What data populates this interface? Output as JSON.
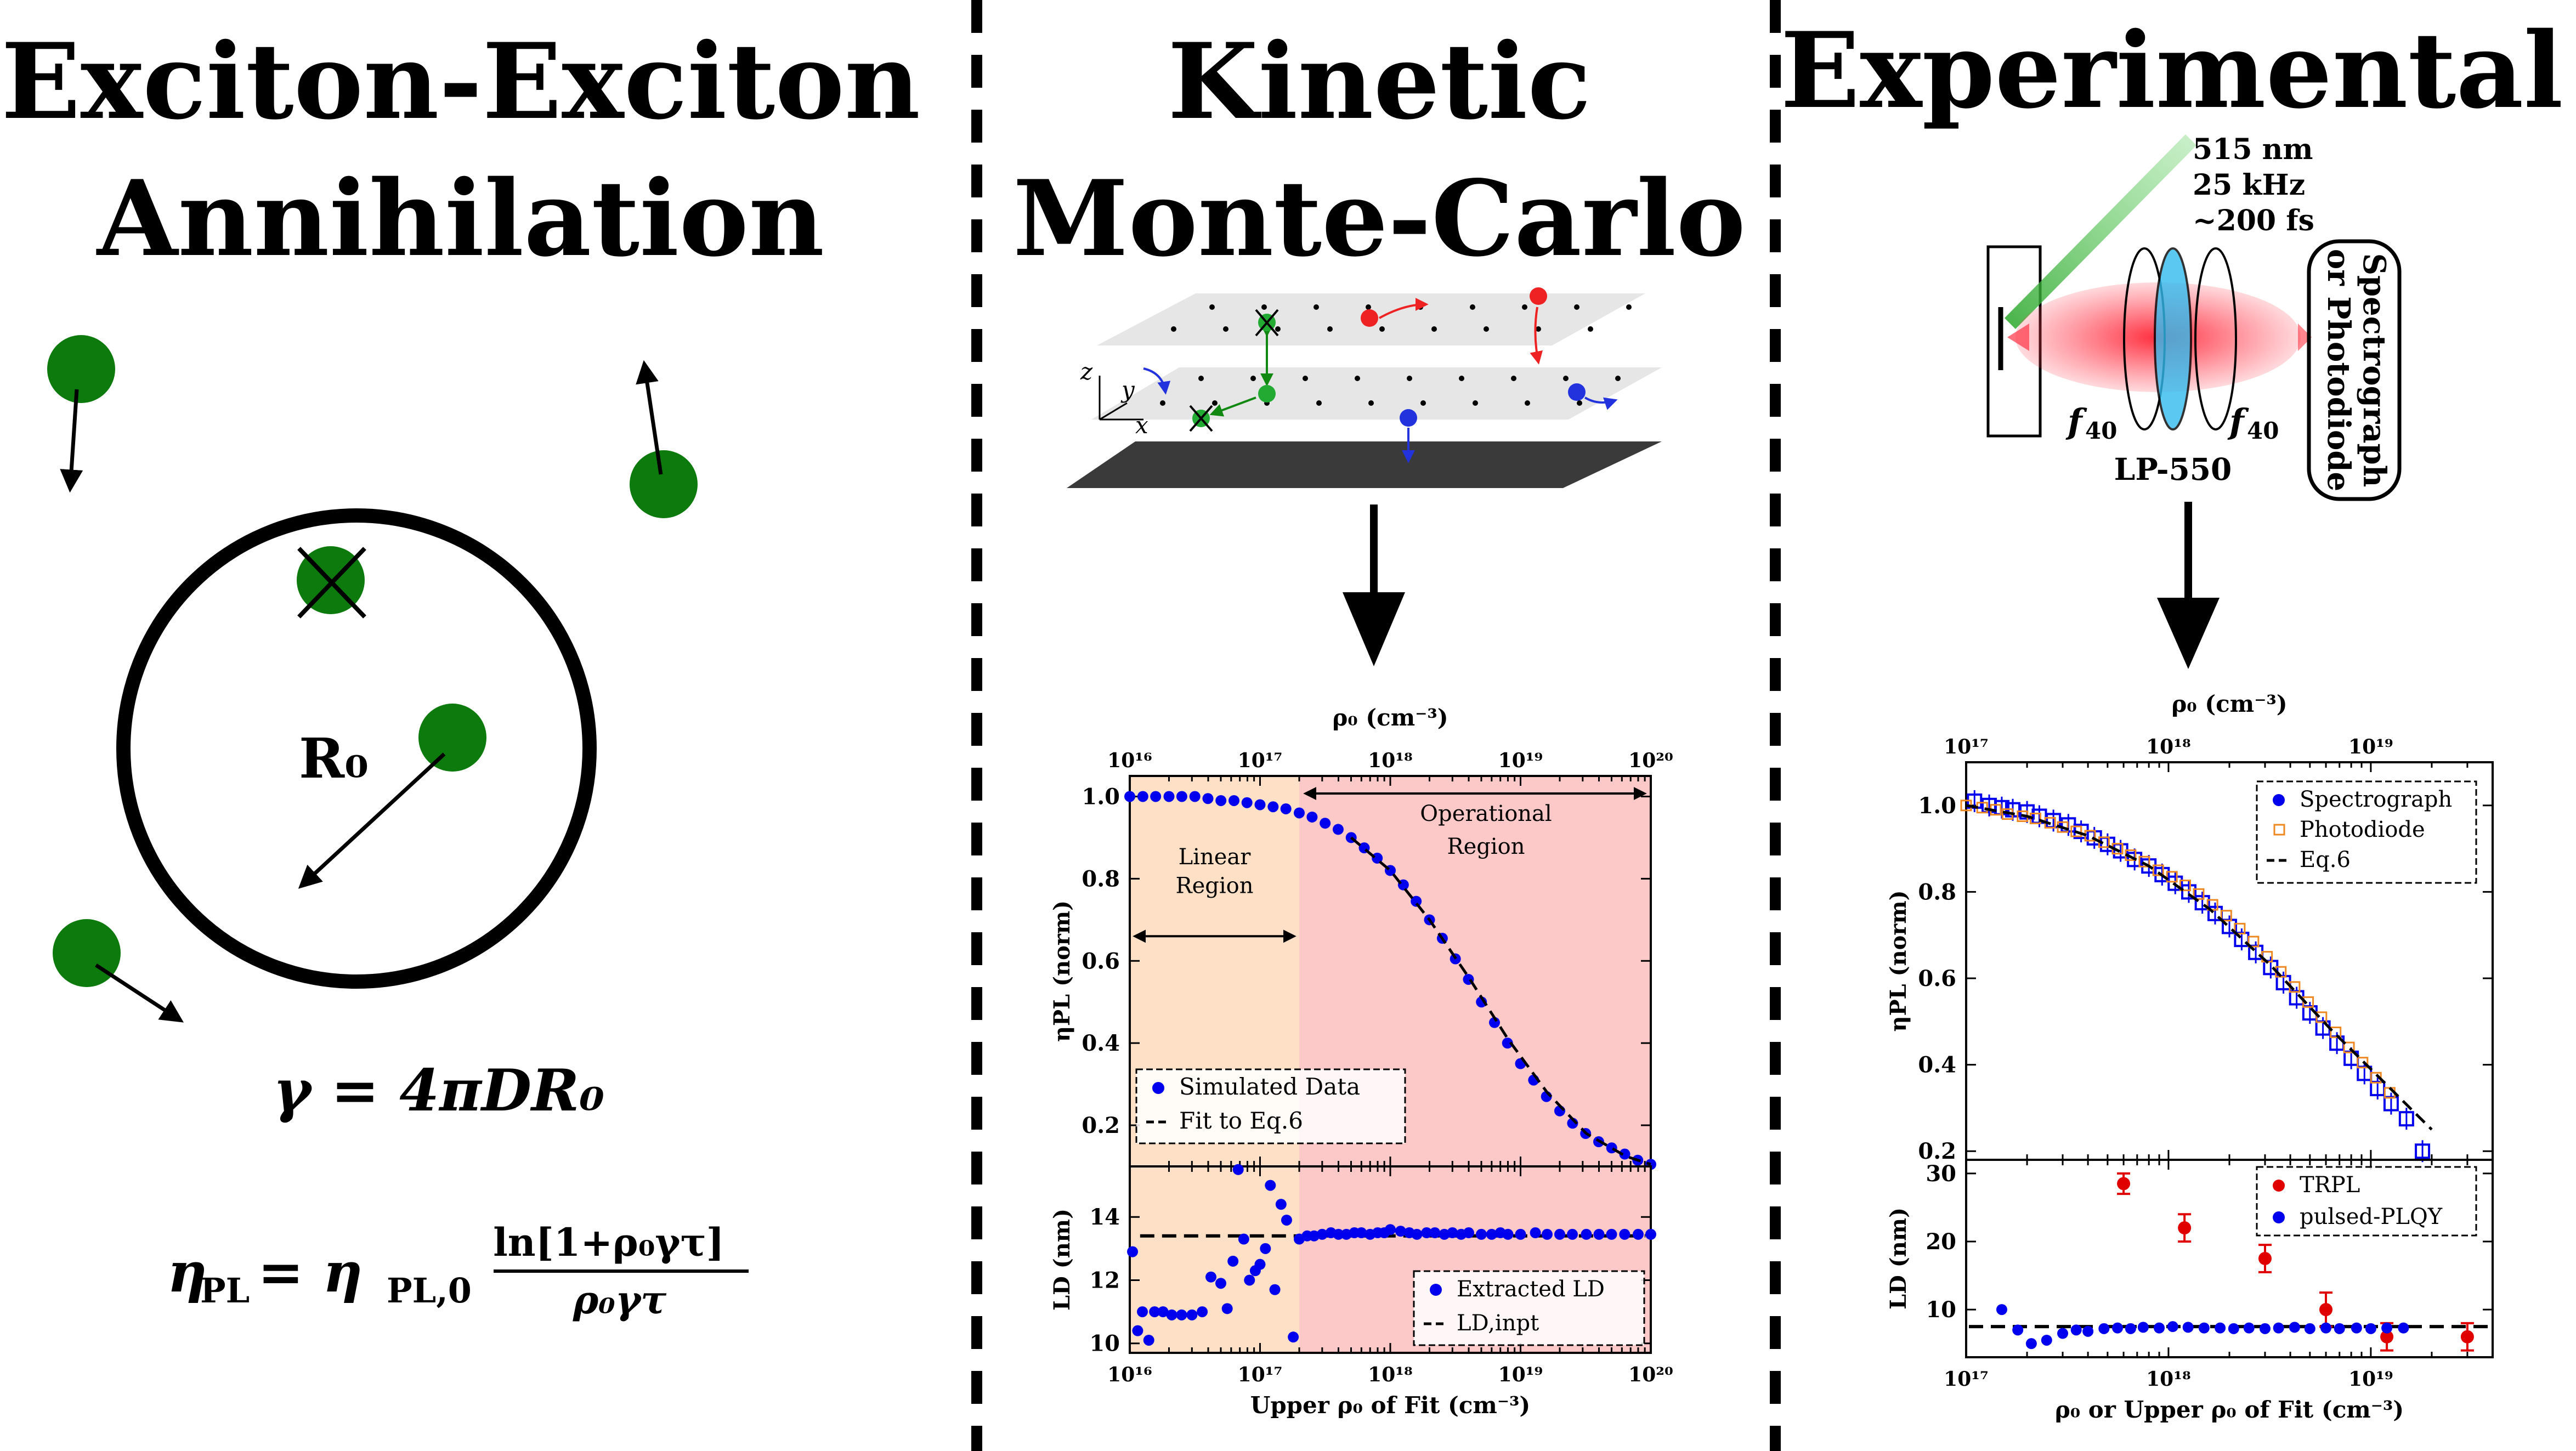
{
  "panels": {
    "left": {
      "title_line1": "Exciton-Exciton",
      "title_line2": "Annihilation",
      "radius_label": "R₀",
      "gamma_eq": "γ = 4πDR₀",
      "eta_lhs": "η",
      "eta_lhs_sub": "PL",
      "eta_eq_sign": "= η",
      "eta_rhs_sub": "PL,0",
      "frac_num": "ln[1+ρ₀γτ]",
      "frac_den": "ρ₀γτ"
    },
    "middle": {
      "title_line1": "Kinetic",
      "title_line2": "Monte-Carlo",
      "axis_z": "z",
      "axis_y": "y",
      "axis_x": "x"
    },
    "right": {
      "title": "Experimental",
      "laser_line1": "515 nm",
      "laser_line2": "25 kHz",
      "laser_line3": "~200 fs",
      "lens_left": "f",
      "lens_left_sub": "40",
      "lens_right": "f",
      "lens_right_sub": "40",
      "filter": "LP-550",
      "detector_line1": "Spectrograph",
      "detector_line2": "or Photodiode"
    }
  },
  "colors": {
    "exciton_green": "#0d7a0d",
    "sim_blue": "#0000ee",
    "op_region": "#fdc8c8",
    "lin_region": "#fde0c6",
    "trpl_red": "#e00000",
    "photodiode_orange": "#ee8822",
    "laser_green": "#33bb33",
    "beam_red": "#ff3344",
    "lp_cyan": "#33bbee"
  },
  "chart_data": [
    {
      "type": "scatter",
      "top_axis_label": "ρ₀ (cm⁻³)",
      "ylabel": "ηPL (norm)",
      "x_log": true,
      "xlim": [
        1e+16,
        1e+20
      ],
      "ylim": [
        0.1,
        1.05
      ],
      "top_ticks": [
        "10¹⁶",
        "10¹⁷",
        "10¹⁸",
        "10¹⁹",
        "10²⁰"
      ],
      "yticks": [
        "1.0",
        "0.8",
        "0.6",
        "0.4",
        "0.2"
      ],
      "annotations": {
        "linear_line1": "Linear",
        "linear_line2": "Region",
        "operational_line1": "Operational",
        "operational_line2": "Region"
      },
      "linear_region": [
        1e+16,
        2e+17
      ],
      "operational_region": [
        2e+17,
        1e+20
      ],
      "legend": [
        "Simulated Data",
        "Fit to Eq.6"
      ],
      "legend_position": "bottom-left",
      "series": [
        {
          "name": "Simulated Data",
          "x": [
            1e+16,
            1.26e+16,
            1.58e+16,
            2e+16,
            2.51e+16,
            3.16e+16,
            3.98e+16,
            5.01e+16,
            6.31e+16,
            7.94e+16,
            1e+17,
            1.26e+17,
            1.58e+17,
            2e+17,
            2.51e+17,
            3.16e+17,
            3.98e+17,
            5.01e+17,
            6.31e+17,
            7.94e+17,
            1e+18,
            1.26e+18,
            1.58e+18,
            2e+18,
            2.51e+18,
            3.16e+18,
            3.98e+18,
            5.01e+18,
            6.31e+18,
            7.94e+18,
            1e+19,
            1.26e+19,
            1.58e+19,
            2e+19,
            2.51e+19,
            3.16e+19,
            3.98e+19,
            5.01e+19,
            6.31e+19,
            7.94e+19,
            1e+20
          ],
          "y": [
            1.0,
            1.0,
            1.0,
            1.0,
            1.0,
            1.0,
            0.995,
            0.99,
            0.99,
            0.985,
            0.98,
            0.975,
            0.97,
            0.96,
            0.95,
            0.935,
            0.92,
            0.9,
            0.875,
            0.85,
            0.82,
            0.785,
            0.745,
            0.7,
            0.655,
            0.605,
            0.555,
            0.5,
            0.45,
            0.4,
            0.35,
            0.31,
            0.27,
            0.235,
            0.205,
            0.18,
            0.16,
            0.145,
            0.13,
            0.115,
            0.105
          ]
        },
        {
          "name": "Fit to Eq.6",
          "x": [
            5e+17,
            1e+18,
            2e+18,
            4e+18,
            8e+18,
            1.6e+19,
            3.2e+19,
            6.4e+19,
            1e+20
          ],
          "y": [
            0.9,
            0.82,
            0.7,
            0.56,
            0.41,
            0.28,
            0.18,
            0.125,
            0.105
          ]
        }
      ]
    },
    {
      "type": "scatter",
      "xlabel": "Upper ρ₀ of Fit (cm⁻³)",
      "ylabel": "LD (nm)",
      "x_log": true,
      "xlim": [
        1e+16,
        1e+20
      ],
      "ylim": [
        9.7,
        15.6
      ],
      "xticks": [
        "10¹⁶",
        "10¹⁷",
        "10¹⁸",
        "10¹⁹",
        "10²⁰"
      ],
      "yticks": [
        "14",
        "12",
        "10"
      ],
      "legend": [
        "Extracted LD",
        "LD,inpt"
      ],
      "legend_position": "bottom-right",
      "input_value": 13.4,
      "series": [
        {
          "name": "Extracted LD",
          "x": [
            1.05e+16,
            1.15e+16,
            1.25e+16,
            1.4e+16,
            1.55e+16,
            1.8e+16,
            2.1e+16,
            2.5e+16,
            3e+16,
            3.6e+16,
            4.2e+16,
            5e+16,
            5.6e+16,
            6.2e+16,
            6.8e+16,
            7.5e+16,
            8.3e+16,
            9.2e+16,
            1e+17,
            1.1e+17,
            1.2e+17,
            1.3e+17,
            1.45e+17,
            1.6e+17,
            1.8e+17,
            2e+17,
            2.3e+17,
            2.6e+17,
            3e+17,
            3.5e+17,
            4e+17,
            4.6e+17,
            5.3e+17,
            6e+17,
            7e+17,
            8e+17,
            9e+17,
            1e+18,
            1.2e+18,
            1.4e+18,
            1.6e+18,
            1.9e+18,
            2.2e+18,
            2.6e+18,
            3e+18,
            3.5e+18,
            4e+18,
            5e+18,
            6e+18,
            7e+18,
            8e+18,
            1e+19,
            1.3e+19,
            1.6e+19,
            2e+19,
            2.5e+19,
            3.2e+19,
            4e+19,
            5e+19,
            6.3e+19,
            8e+19,
            1e+20
          ],
          "y": [
            12.9,
            10.4,
            11.0,
            10.1,
            11.0,
            11.0,
            10.9,
            10.9,
            10.9,
            11.0,
            12.1,
            11.9,
            11.1,
            12.6,
            15.5,
            13.3,
            12.0,
            12.3,
            12.5,
            13.0,
            15.0,
            11.7,
            14.4,
            13.9,
            10.2,
            13.3,
            13.4,
            13.4,
            13.45,
            13.5,
            13.45,
            13.45,
            13.5,
            13.5,
            13.45,
            13.5,
            13.5,
            13.6,
            13.55,
            13.5,
            13.45,
            13.5,
            13.5,
            13.45,
            13.5,
            13.45,
            13.5,
            13.45,
            13.45,
            13.5,
            13.45,
            13.45,
            13.5,
            13.45,
            13.45,
            13.45,
            13.45,
            13.45,
            13.45,
            13.45,
            13.45,
            13.45
          ]
        }
      ]
    },
    {
      "type": "scatter",
      "top_axis_label": "ρ₀ (cm⁻³)",
      "ylabel": "ηPL (norm)",
      "x_log": true,
      "xlim": [
        1e+17,
        4e+19
      ],
      "ylim": [
        0.18,
        1.1
      ],
      "top_ticks": [
        "10¹⁷",
        "10¹⁸",
        "10¹⁹"
      ],
      "yticks": [
        "1.0",
        "0.8",
        "0.6",
        "0.4",
        "0.2"
      ],
      "legend": [
        "Spectrograph",
        "Photodiode",
        "Eq.6"
      ],
      "legend_position": "top-right",
      "series": [
        {
          "name": "Spectrograph",
          "x": [
            1.1e+17,
            1.3e+17,
            1.5e+17,
            1.7e+17,
            2e+17,
            2.3e+17,
            2.7e+17,
            3.2e+17,
            3.7e+17,
            4.3e+17,
            5e+17,
            5.8e+17,
            6.8e+17,
            8e+17,
            9.3e+17,
            1.08e+18,
            1.26e+18,
            1.47e+18,
            1.7e+18,
            2e+18,
            2.3e+18,
            2.7e+18,
            3.2e+18,
            3.7e+18,
            4.3e+18,
            5e+18,
            5.8e+18,
            6.8e+18,
            8e+18,
            9.3e+18,
            1.08e+19,
            1.26e+19,
            1.5e+19,
            1.8e+19
          ],
          "y": [
            1.01,
            1.0,
            0.995,
            0.99,
            0.985,
            0.975,
            0.965,
            0.955,
            0.94,
            0.925,
            0.91,
            0.895,
            0.875,
            0.86,
            0.84,
            0.82,
            0.8,
            0.775,
            0.75,
            0.72,
            0.69,
            0.66,
            0.625,
            0.59,
            0.555,
            0.52,
            0.485,
            0.45,
            0.415,
            0.38,
            0.345,
            0.31,
            0.275,
            0.2
          ]
        },
        {
          "name": "Photodiode",
          "x": [
            1e+17,
            1.2e+17,
            1.4e+17,
            1.6e+17,
            1.9e+17,
            2.2e+17,
            2.6e+17,
            3e+17,
            3.5e+17,
            4.1e+17,
            4.8e+17,
            5.6e+17,
            6.5e+17,
            7.6e+17,
            8.9e+17,
            1.04e+18,
            1.21e+18,
            1.41e+18,
            1.65e+18,
            1.93e+18,
            2.25e+18,
            2.63e+18,
            3.07e+18,
            3.59e+18,
            4.2e+18,
            4.9e+18,
            5.7e+18,
            6.7e+18,
            7.8e+18,
            9.1e+18,
            1.06e+19,
            1.24e+19
          ],
          "y": [
            1.0,
            0.995,
            0.99,
            0.98,
            0.975,
            0.97,
            0.96,
            0.95,
            0.94,
            0.93,
            0.915,
            0.9,
            0.885,
            0.87,
            0.85,
            0.835,
            0.815,
            0.795,
            0.77,
            0.745,
            0.715,
            0.685,
            0.65,
            0.615,
            0.58,
            0.545,
            0.51,
            0.475,
            0.44,
            0.405,
            0.37,
            0.335
          ]
        },
        {
          "name": "Eq.6",
          "x": [
            1e+17,
            2e+17,
            4e+17,
            8e+17,
            1.6e+18,
            3.2e+18,
            6.4e+18,
            1.28e+19,
            2e+19
          ],
          "y": [
            1.0,
            0.975,
            0.93,
            0.86,
            0.76,
            0.63,
            0.48,
            0.34,
            0.25
          ]
        }
      ]
    },
    {
      "type": "scatter",
      "xlabel": "ρ₀ or Upper ρ₀ of Fit (cm⁻³)",
      "ylabel": "LD (nm)",
      "x_log": true,
      "xlim": [
        1e+17,
        4e+19
      ],
      "ylim": [
        3,
        32
      ],
      "xticks": [
        "10¹⁷",
        "10¹⁸",
        "10¹⁹"
      ],
      "yticks": [
        "30",
        "20",
        "10"
      ],
      "legend": [
        "TRPL",
        "pulsed-PLQY"
      ],
      "legend_position": "top-right",
      "reference_value": 7.5,
      "series": [
        {
          "name": "TRPL",
          "x": [
            6e+17,
            1.2e+18,
            3e+18,
            6e+18,
            1.2e+19,
            3e+19
          ],
          "y": [
            28.5,
            22,
            17.5,
            10,
            6,
            6
          ],
          "err": [
            1.5,
            2,
            2,
            2.5,
            2,
            2
          ]
        },
        {
          "name": "pulsed-PLQY",
          "x": [
            1.5e+17,
            1.8e+17,
            2.1e+17,
            2.5e+17,
            3e+17,
            3.5e+17,
            4e+17,
            4.8e+17,
            5.6e+17,
            6.5e+17,
            7.5e+17,
            9e+17,
            1.05e+18,
            1.25e+18,
            1.5e+18,
            1.8e+18,
            2.1e+18,
            2.5e+18,
            3e+18,
            3.5e+18,
            4.2e+18,
            5e+18,
            6e+18,
            7e+18,
            8.5e+18,
            1e+19,
            1.2e+19,
            1.45e+19
          ],
          "y": [
            10,
            7,
            5,
            5.5,
            6.5,
            7,
            6.8,
            7.2,
            7.3,
            7.2,
            7.4,
            7.3,
            7.5,
            7.4,
            7.3,
            7.3,
            7.2,
            7.3,
            7.2,
            7.3,
            7.4,
            7.2,
            7.3,
            7.2,
            7.3,
            7.2,
            7.3,
            7.3
          ]
        }
      ]
    }
  ]
}
